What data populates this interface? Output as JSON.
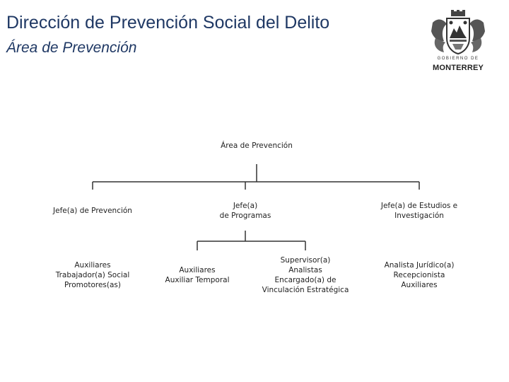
{
  "header": {
    "title": "Dirección de Prevención Social del Delito",
    "subtitle": "Área de Prevención"
  },
  "logo": {
    "icon": "monterrey-coat-of-arms-icon",
    "small_text": "GOBIERNO DE",
    "big_text": "MONTERREY"
  },
  "org_chart": {
    "root": "Área de Prevención",
    "level1": [
      "Jefe(a) de Prevención",
      "Jefe(a)\nde Programas",
      "Jefe(a) de Estudios e\nInvestigación"
    ],
    "level2": [
      "Auxiliares\nTrabajador(a) Social\nPromotores(as)",
      "Auxiliares\nAuxiliar Temporal",
      "Supervisor(a)\nAnalistas\nEncargado(a) de\nVinculación Estratégica",
      "Analista Jurídico(a)\nRecepcionista\nAuxiliares"
    ]
  },
  "colors": {
    "title": "#1f3864",
    "lines": "#333333"
  }
}
